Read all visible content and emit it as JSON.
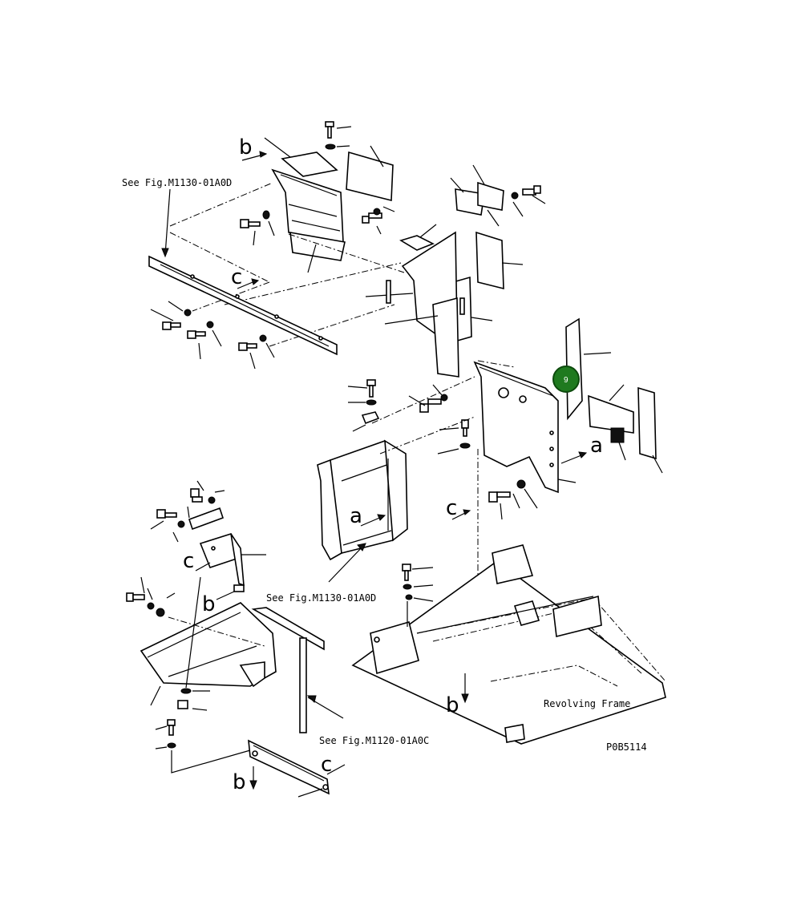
{
  "diagram": {
    "references": {
      "see_fig_top": "See Fig.M1130-01A0D",
      "see_fig_mid": "See Fig.M1130-01A0D",
      "see_fig_bottom": "See Fig.M1120-01A0C"
    },
    "labels": {
      "revolving_frame": "Revolving Frame",
      "drawing_code": "P0B5114"
    },
    "view_letters": {
      "a": "a",
      "b": "b",
      "c": "c"
    },
    "marker": {
      "number": "9",
      "color": "#1f7a1f"
    }
  }
}
